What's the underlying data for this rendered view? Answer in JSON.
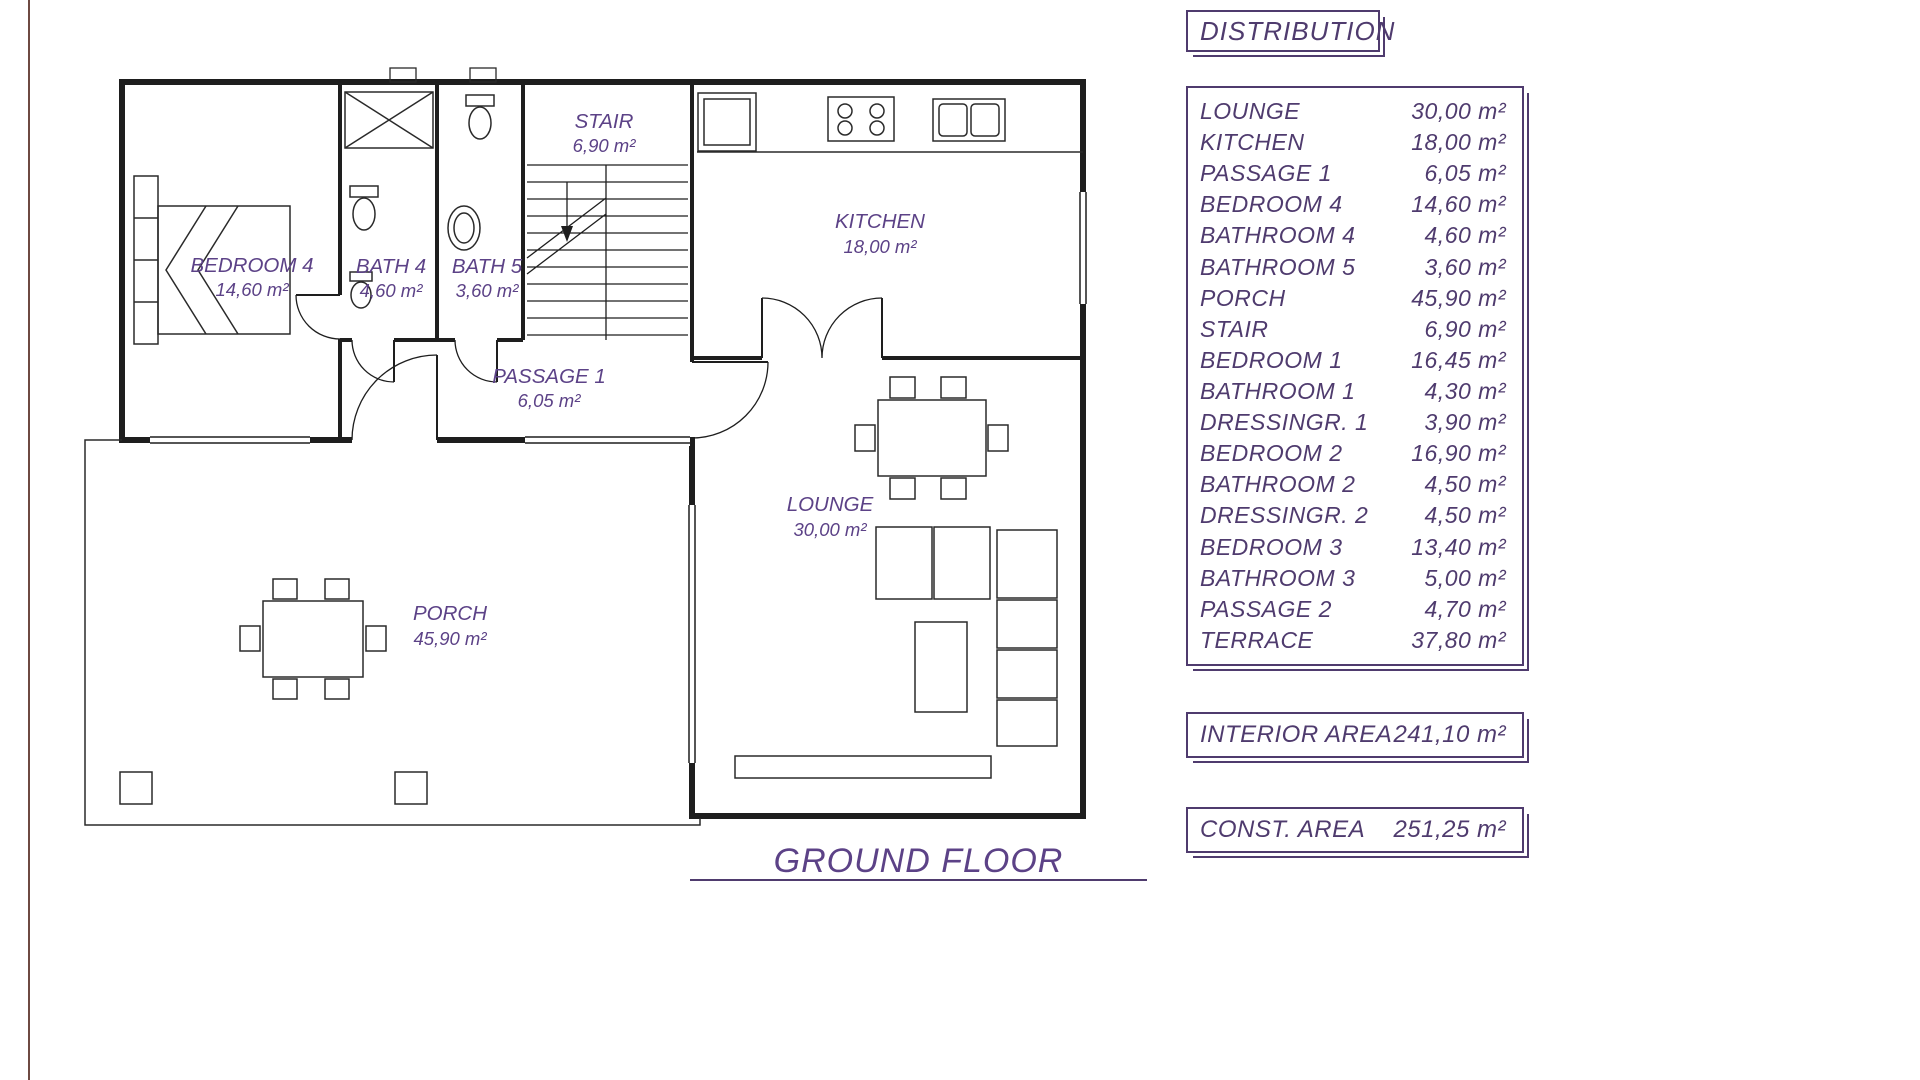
{
  "colors": {
    "panel_purple": "#4f3b6e",
    "plan_label_purple": "#5c4287",
    "wall_black": "#1e1e1e",
    "frame_line": "#6e4a42",
    "background": "#ffffff"
  },
  "distribution": {
    "title": "DISTRIBUTION",
    "rows": [
      {
        "name": "LOUNGE",
        "area": "30,00 m²"
      },
      {
        "name": "KITCHEN",
        "area": "18,00 m²"
      },
      {
        "name": "PASSAGE 1",
        "area": "6,05 m²"
      },
      {
        "name": "BEDROOM 4",
        "area": "14,60 m²"
      },
      {
        "name": "BATHROOM 4",
        "area": "4,60 m²"
      },
      {
        "name": "BATHROOM 5",
        "area": "3,60 m²"
      },
      {
        "name": "PORCH",
        "area": "45,90 m²"
      },
      {
        "name": "STAIR",
        "area": "6,90 m²"
      },
      {
        "name": "BEDROOM 1",
        "area": "16,45 m²"
      },
      {
        "name": "BATHROOM 1",
        "area": "4,30 m²"
      },
      {
        "name": "DRESSINGR. 1",
        "area": "3,90 m²"
      },
      {
        "name": "BEDROOM 2",
        "area": "16,90 m²"
      },
      {
        "name": "BATHROOM 2",
        "area": "4,50 m²"
      },
      {
        "name": "DRESSINGR. 2",
        "area": "4,50 m²"
      },
      {
        "name": "BEDROOM 3",
        "area": "13,40 m²"
      },
      {
        "name": "BATHROOM 3",
        "area": "5,00 m²"
      },
      {
        "name": "PASSAGE 2",
        "area": "4,70 m²"
      },
      {
        "name": "TERRACE",
        "area": "37,80 m²"
      }
    ]
  },
  "totals": {
    "interior": {
      "label": "INTERIOR AREA",
      "value": "241,10 m²"
    },
    "construction": {
      "label": "CONST. AREA",
      "value": "251,25 m²"
    }
  },
  "plan": {
    "title": "GROUND FLOOR",
    "rooms": {
      "stair": {
        "name": "STAIR",
        "area": "6,90 m²"
      },
      "bedroom4": {
        "name": "BEDROOM 4",
        "area": "14,60 m²"
      },
      "bath4": {
        "name": "BATH 4",
        "area": "4,60 m²"
      },
      "bath5": {
        "name": "BATH 5",
        "area": "3,60 m²"
      },
      "kitchen": {
        "name": "KITCHEN",
        "area": "18,00 m²"
      },
      "passage1": {
        "name": "PASSAGE 1",
        "area": "6,05 m²"
      },
      "lounge": {
        "name": "LOUNGE",
        "area": "30,00 m²"
      },
      "porch": {
        "name": "PORCH",
        "area": "45,90 m²"
      }
    }
  }
}
